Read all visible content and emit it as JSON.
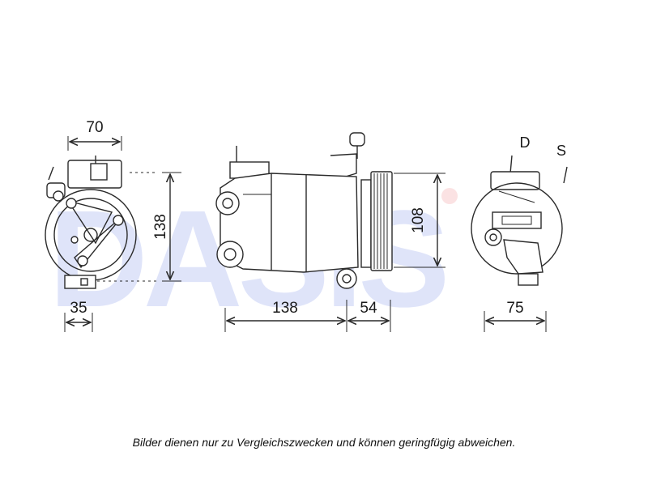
{
  "watermark": "DASIS",
  "views": {
    "front": {
      "width_label": "70",
      "height_label": "138",
      "offset_label": "35"
    },
    "side": {
      "length_label": "138",
      "pulley_label": "54",
      "height_label": "108"
    },
    "rear": {
      "port_discharge": "D",
      "port_suction": "S",
      "width_label": "75"
    }
  },
  "disclaimer": "Bilder dienen nur zu Vergleichszwecken und können geringfügig abweichen."
}
